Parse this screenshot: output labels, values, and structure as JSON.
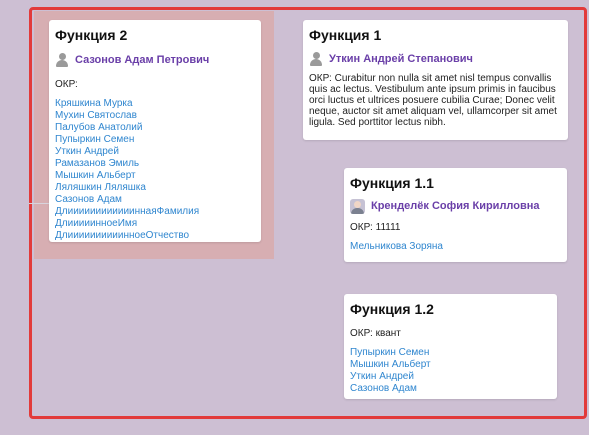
{
  "functions": [
    {
      "title": "Функция 2",
      "owner": "Сазонов Адам Петрович",
      "okr_label": "ОКР:",
      "okr_value": "",
      "members": [
        "Кряшкина Мурка",
        "Мухин Святослав",
        "Палубов Анатолий",
        "Пупыркин Семен",
        "Уткин Андрей",
        "Рамазанов Эмиль",
        "Мышкин Альберт",
        "Ляляшкин Ляляшка",
        "Сазонов Адам",
        "ДлииииииииииииннаяФамилия",
        "ДлииииинноеИмя",
        "ДлиииииииииинноеОтчество"
      ]
    },
    {
      "title": "Функция 1",
      "owner": "Уткин Андрей Степанович",
      "okr_label": "ОКР:",
      "okr_value": "Curabitur non nulla sit amet nisl tempus convallis quis ac lectus. Vestibulum ante ipsum primis in faucibus orci luctus et ultrices posuere cubilia Curae; Donec velit neque, auctor sit amet aliquam vel, ullamcorper sit amet ligula. Sed porttitor lectus nibh.",
      "members": []
    },
    {
      "title": "Функция 1.1",
      "owner": "Кренделёк София Кирилловна",
      "okr_label": "ОКР:",
      "okr_value": "11111",
      "members": [
        "Мельникова Зоряна"
      ]
    },
    {
      "title": "Функция 1.2",
      "owner": "",
      "okr_label": "ОКР:",
      "okr_value": "квант",
      "members": [
        "Пупыркин Семен",
        "Мышкин Альберт",
        "Уткин Андрей",
        "Сазонов Адам"
      ]
    }
  ],
  "colors": {
    "background": "#cdbfd3",
    "frame_border": "#e23a3a",
    "highlight_zone": "#d7aeb2",
    "owner_text": "#6a3fa8",
    "link_text": "#2f86cf"
  },
  "icons": [
    "person-icon",
    "user-photo-icon"
  ]
}
